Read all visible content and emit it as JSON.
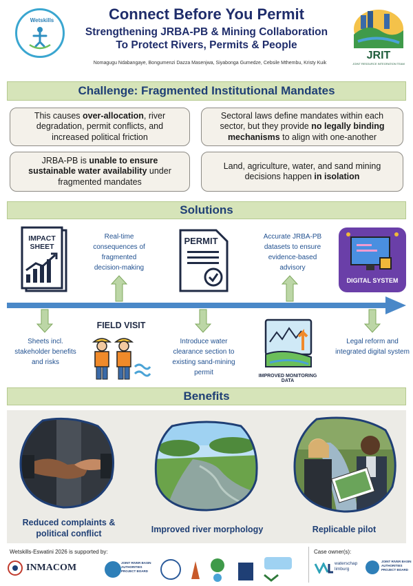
{
  "header": {
    "title": "Connect Before You Permit",
    "subtitle_line1": "Strengthening JRBA-PB & Mining Collaboration",
    "subtitle_line2": "To Protect Rivers, Permits & People",
    "authors": "Nomagugu Ndabangaye, Bongumenzi Dazza Masenjwa, Siyabonga Gumedze, Cebsile Mthembu, Kristy Kuik",
    "logo_left_text": "Wetskills",
    "logo_right_text": "JRIT",
    "logo_right_sub": "JOINT RESOURCE INTEGRATION TEAM"
  },
  "challenge": {
    "heading": "Challenge: Fragmented Institutional Mandates",
    "box1": {
      "pre": "This causes ",
      "bold": "over-allocation",
      "post": ", river degradation, permit conflicts, and increased political friction"
    },
    "box2": {
      "pre": "Sectoral laws define mandates within each sector, but they provide ",
      "bold": "no legally binding mechanisms",
      "post": " to align with one-another"
    },
    "box3": {
      "pre": "JRBA-PB is ",
      "bold": "unable to ensure sustainable water availability",
      "post": " under fragmented mandates"
    },
    "box4": {
      "pre": "Land, agriculture, water, and sand mining decisions happen ",
      "bold": "in isolation",
      "post": ""
    }
  },
  "solutions": {
    "heading": "Solutions",
    "impact_sheet_title": "IMPACT SHEET",
    "permit_title": "PERMIT",
    "digital_system_title": "DIGITAL SYSTEM",
    "field_visit_title": "FIELD VISIT",
    "monitoring_caption": "IMPROVED MONITORING DATA",
    "top_label_1": "Real-time consequences of fragmented decision-making",
    "top_label_2": "Accurate JRBA-PB datasets to ensure evidence-based advisory",
    "bottom_label_1": "Sheets incl. stakeholder benefits and risks",
    "bottom_label_2": "Introduce water clearance section to existing sand-mining permit",
    "bottom_label_3": "Legal reform and integrated digital system"
  },
  "benefits": {
    "heading": "Benefits",
    "items": [
      {
        "label": "Reduced complaints & political conflict"
      },
      {
        "label": "Improved river morphology"
      },
      {
        "label": "Replicable pilot"
      }
    ]
  },
  "footer": {
    "supported_by": "Wetskills-Eswatini 2026 is supported by:",
    "case_owner": "Case owner(s):",
    "inmacom": "INMACOM",
    "waterschap": "waterschap limburg",
    "jrba": "JOINT RIVER BASIN AUTHORITIES PROJECT BOARD"
  },
  "colors": {
    "navy": "#1f2d6b",
    "band_green": "#d6e4b9",
    "arrow_blue": "#4a88c8",
    "arrow_green": "#a9c98a"
  }
}
